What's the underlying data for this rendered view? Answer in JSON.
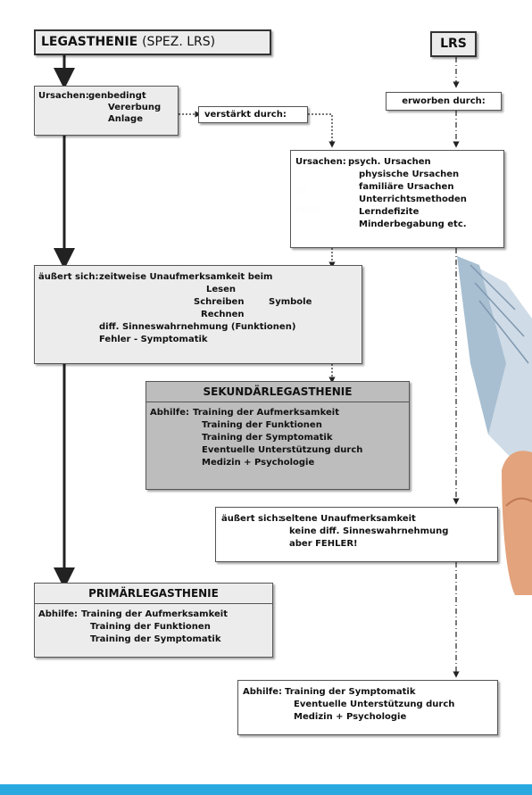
{
  "legasthenie_title": {
    "main": "LEGASTHENIE",
    "sub": "(SPEZ. LRS)"
  },
  "lrs_title": "LRS",
  "ursachen_gen": {
    "label": "Ursachen:",
    "lines": [
      "genbedingt",
      "Vererbung",
      "Anlage"
    ]
  },
  "verstaerkt": "verstärkt durch:",
  "erworben": "erworben durch:",
  "ursachen_psych": {
    "label": "Ursachen:",
    "lines": [
      "psych. Ursachen",
      "physische Ursachen",
      "familiäre Ursachen",
      "Unterrichtsmethoden",
      "Lerndefizite",
      "Minderbegabung etc."
    ]
  },
  "aeussert_primary": {
    "label": "äußert sich:",
    "lines": [
      "zeitweise Unaufmerksamkeit beim",
      "Lesen",
      "Schreiben",
      "Rechnen",
      "Symbole",
      "diff. Sinneswahrnehmung (Funktionen)",
      "Fehler - Symptomatik"
    ]
  },
  "sekundaer": {
    "title": "SEKUNDÄRLEGASTHENIE",
    "label": "Abhilfe:",
    "lines": [
      "Training der Aufmerksamkeit",
      "Training der Funktionen",
      "Training der Symptomatik",
      "Eventuelle Unterstützung durch",
      "Medizin + Psychologie"
    ]
  },
  "aeussert_lrs": {
    "label": "äußert sich:",
    "lines": [
      "seltene Unaufmerksamkeit",
      "keine diff. Sinneswahrnehmung",
      "aber FEHLER!"
    ]
  },
  "primaer": {
    "title": "PRIMÄRLEGASTHENIE",
    "label": "Abhilfe:",
    "lines": [
      "Training der Aufmerksamkeit",
      "Training der Funktionen",
      "Training der Symptomatik"
    ]
  },
  "abhilfe_lrs": {
    "label": "Abhilfe:",
    "lines": [
      "Training der Symptomatik",
      "Eventuelle Unterstützung durch",
      "Medizin + Psychologie"
    ]
  },
  "colors": {
    "accent_bar": "#2aa8e0",
    "box_gray": "#ececec",
    "box_dark": "#bdbdbd"
  }
}
